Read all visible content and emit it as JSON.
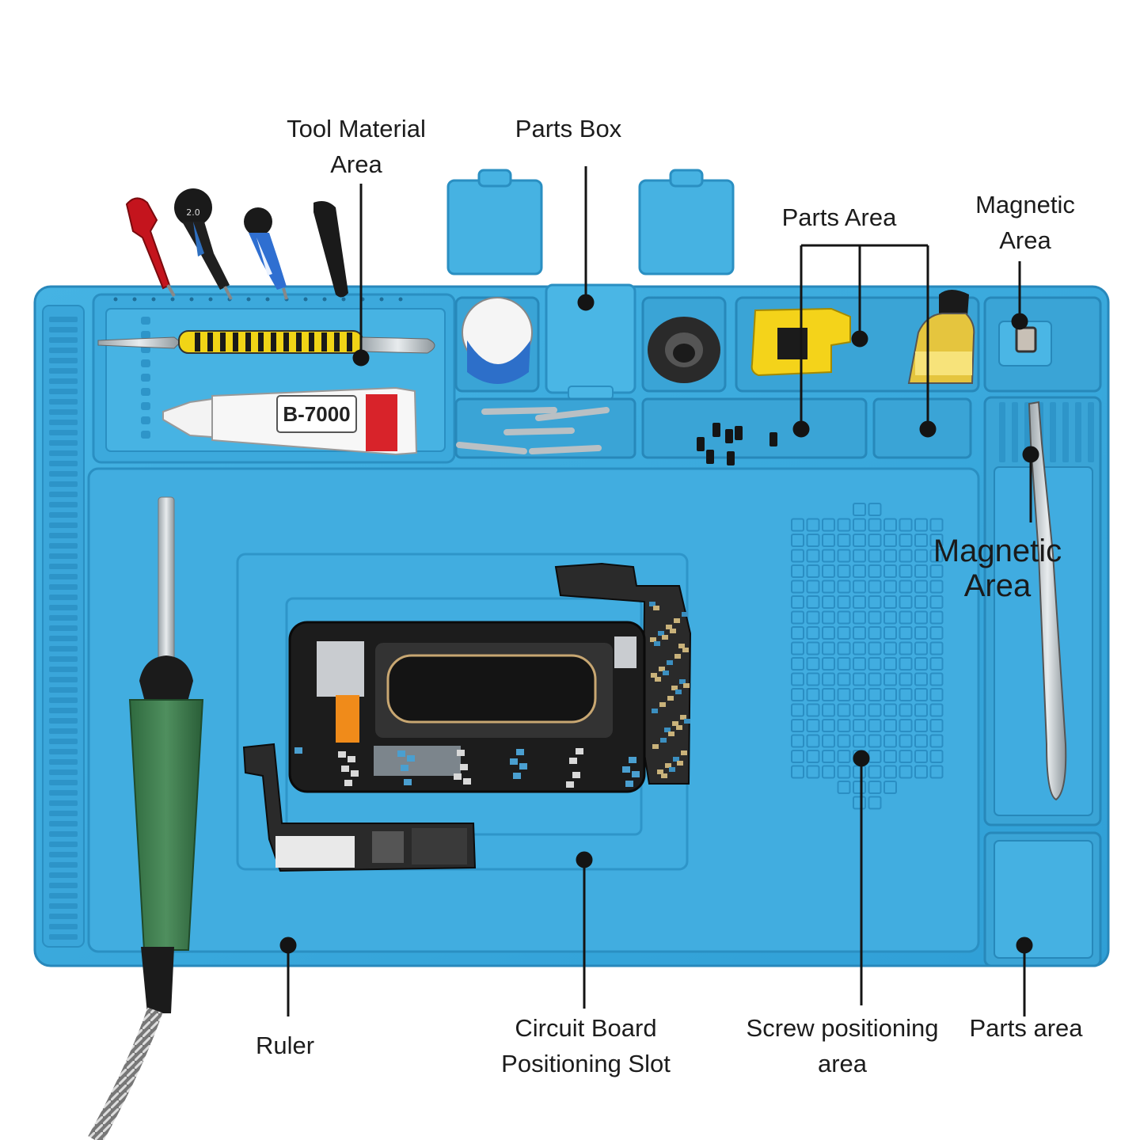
{
  "labels": {
    "tool_material_area": [
      "Tool Material",
      "Area"
    ],
    "parts_box": "Parts Box",
    "parts_area_top": "Parts Area",
    "magnetic_area_top": [
      "Magnetic",
      "Area"
    ],
    "magnetic_area_side": [
      "Magnetic",
      "Area"
    ],
    "ruler": "Ruler",
    "circuit_board_slot": [
      "Circuit Board",
      "Positioning Slot"
    ],
    "screw_positioning_area": [
      "Screw positioning",
      "area"
    ],
    "parts_area_bottom": "Parts area"
  },
  "printed_text": {
    "glue_tube": "B-7000",
    "driver_size": "2.0"
  },
  "colors": {
    "mat": "#3aa9dc",
    "mat_dark": "#2a8fc2",
    "mat_light": "#62c1ea",
    "leader": "#141414",
    "pcb": "#1e1e1e",
    "iron_grip": "#3d7a4c",
    "tweezer_yellow": "#f1d416",
    "parts_yellow": "#f4d31a"
  },
  "icons": [
    "screwdriver-icon",
    "soldering-iron-icon",
    "glue-tube-icon",
    "spudger-icon",
    "demagnetizer-icon",
    "circuit-board-icon"
  ]
}
